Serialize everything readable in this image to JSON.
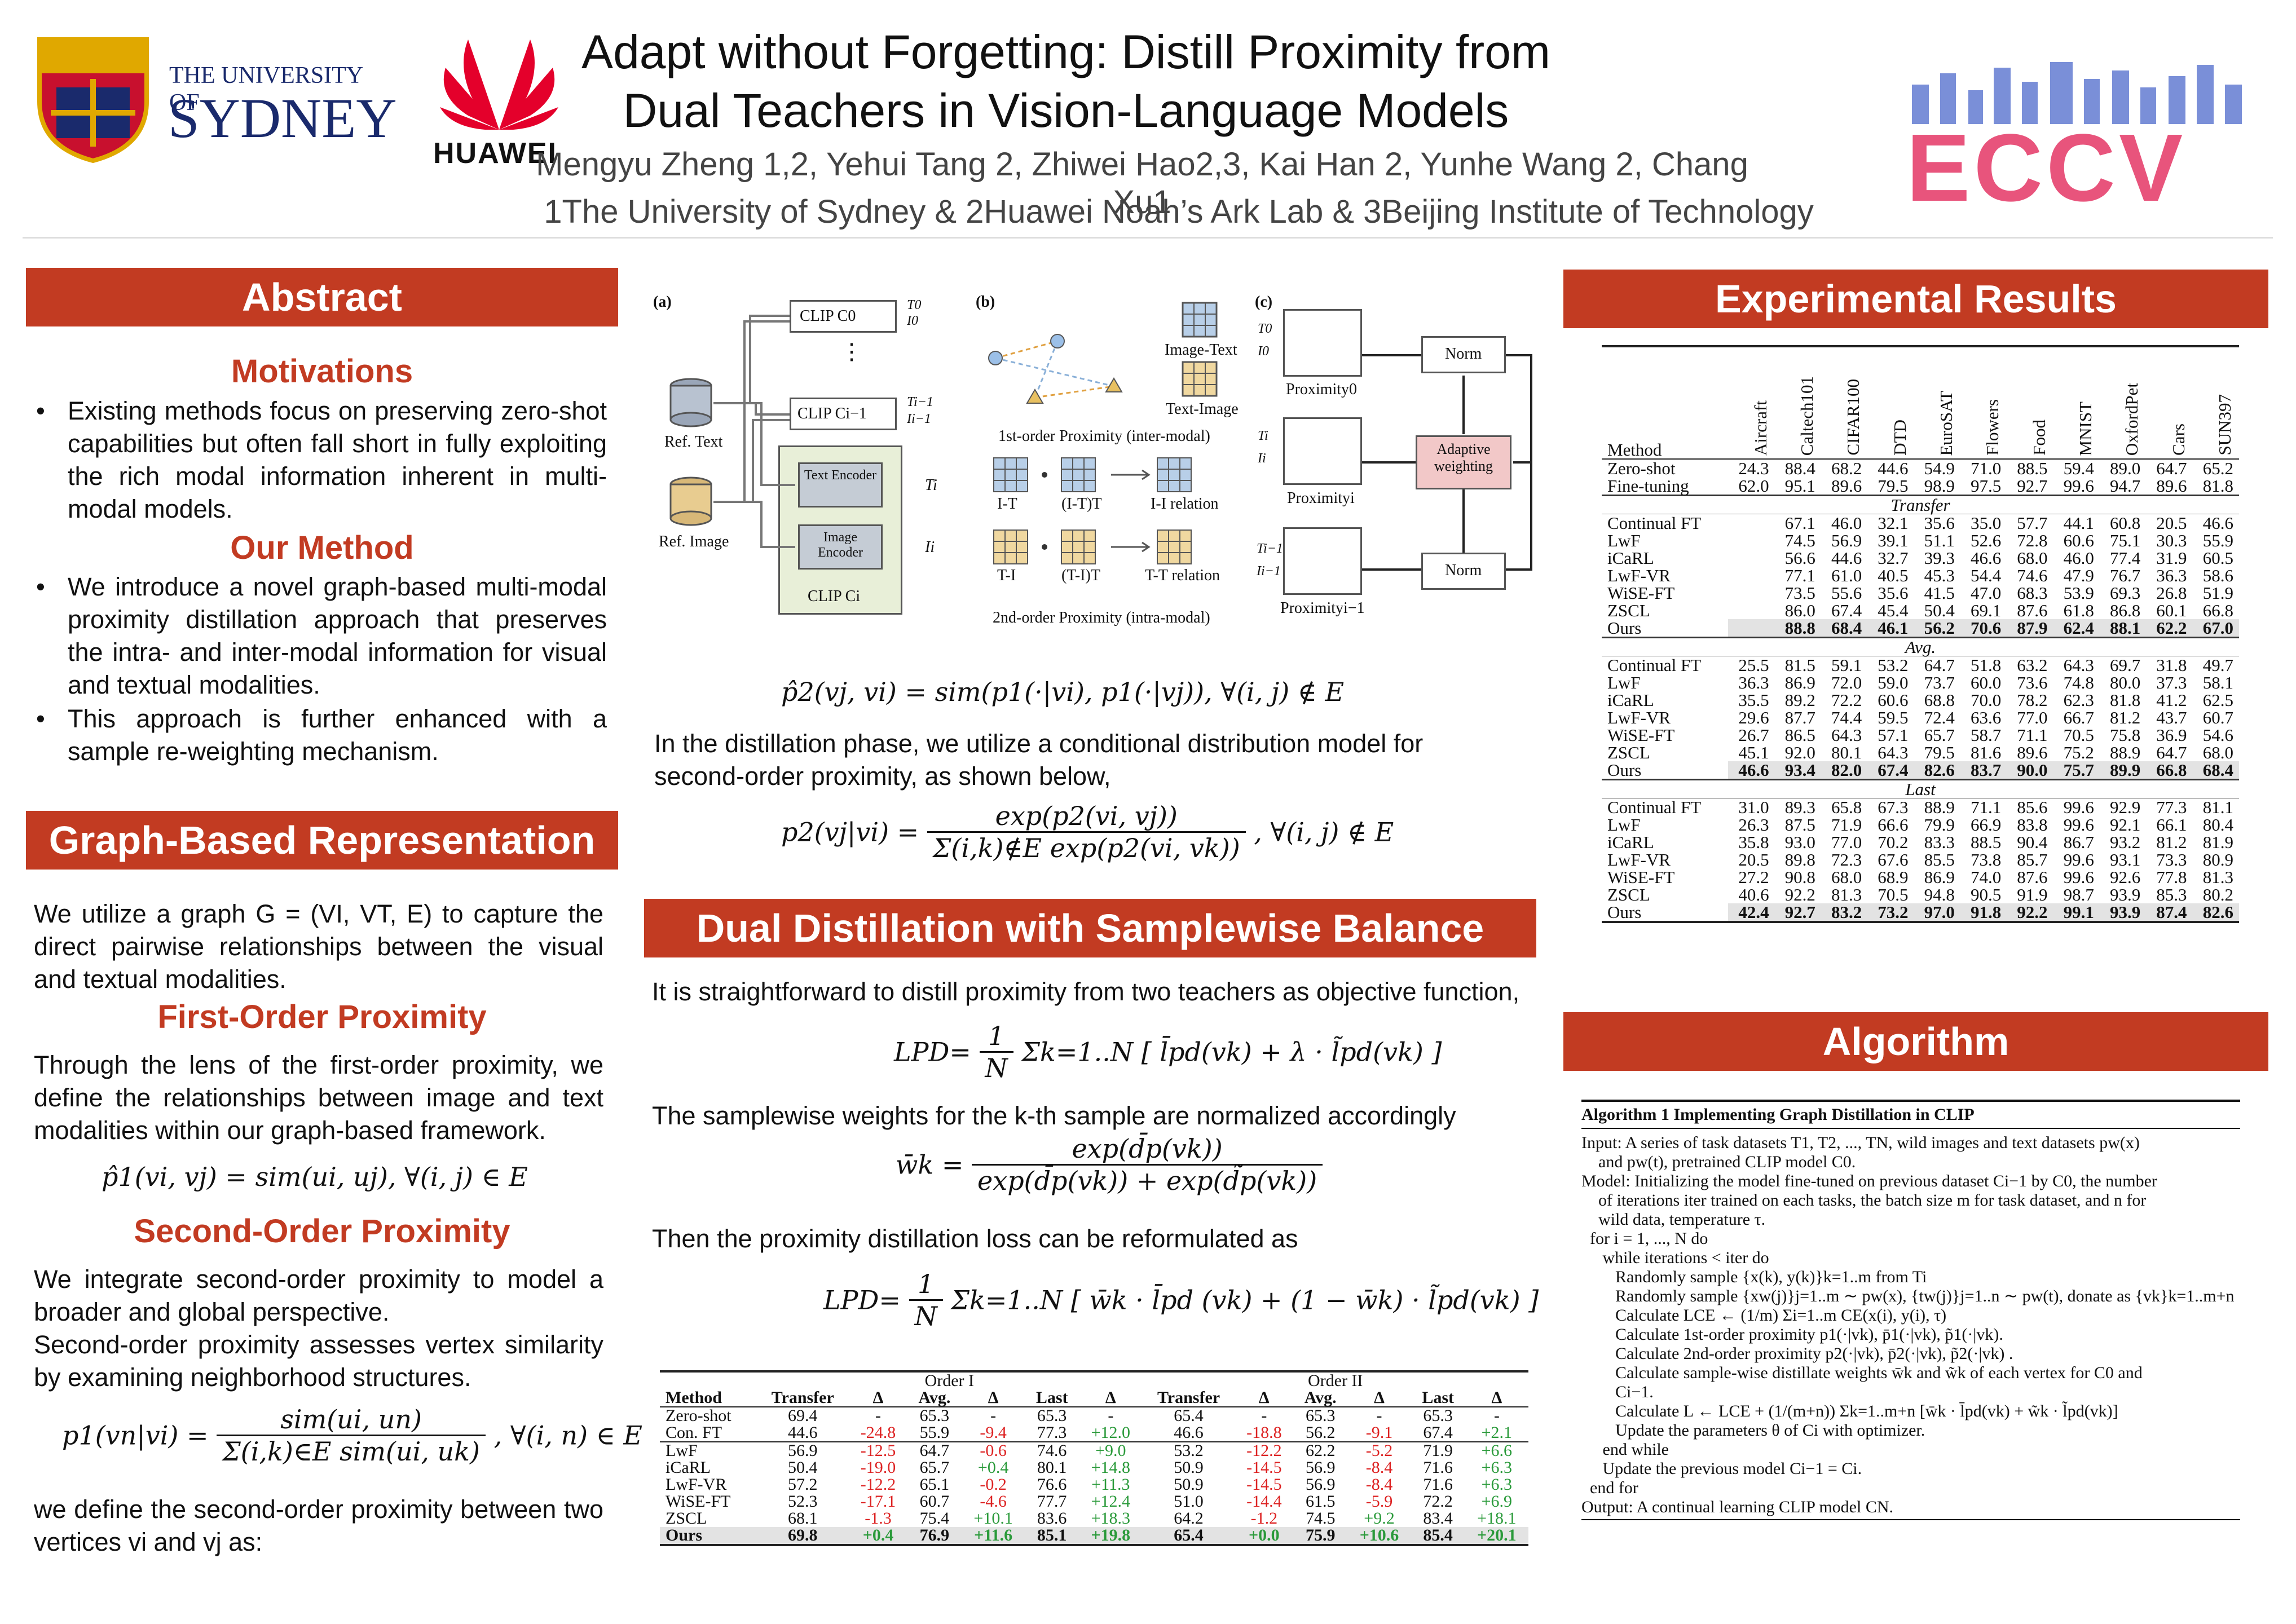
{
  "header": {
    "title_line1": "Adapt without Forgetting: Distill Proximity from",
    "title_line2": "Dual Teachers in Vision-Language Models",
    "authors": "Mengyu Zheng 1,2, Yehui Tang 2, Zhiwei Hao2,3, Kai Han 2, Yunhe Wang 2, Chang Xu1",
    "affiliations": "1The University of Sydney & 2Huawei Noah’s Ark Lab & 3Beijing Institute of Technology",
    "logo_sydney_line1": "THE UNIVERSITY OF",
    "logo_sydney_line2": "SYDNEY",
    "logo_huawei": "HUAWEI",
    "logo_eccv": "ECCV"
  },
  "abstract": {
    "heading": "Abstract",
    "motivations_heading": "Motivations",
    "motivations": [
      "Existing methods focus on preserving zero-shot capabilities but often fall short in fully exploiting the rich modal information inherent in multi-modal models."
    ],
    "method_heading": "Our Method",
    "method": [
      "We introduce a novel graph-based multi-modal proximity distillation approach that preserves the intra- and inter-modal information for visual and textual modalities.",
      "This approach is further enhanced with a sample re-weighting mechanism."
    ]
  },
  "graph": {
    "heading": "Graph-Based Representation",
    "intro": "We utilize a graph G = (VI, VT, E) to capture the direct pairwise relationships between the visual and textual modalities.",
    "first_heading": "First-Order Proximity",
    "first_text": "Through the lens of the first-order proximity, we define the relationships between image and text modalities within our graph-based framework.",
    "first_eq": "p̂1(vi, vj) = sim(ui, uj),     ∀(i, j) ∈ E",
    "second_heading": "Second-Order Proximity",
    "second_text1": "We integrate second-order proximity to model a broader and global perspective.",
    "second_text2": "Second-order proximity assesses vertex similarity by examining neighborhood structures.",
    "second_eq_lhs": "p1(vn|vi) =",
    "second_eq_num": "sim(ui, un)",
    "second_eq_den": "Σ(i,k)∈E sim(ui, uk)",
    "second_eq_rhs": ", ∀(i, n) ∈ E",
    "second_text3": "we define the second-order proximity between two vertices vi and vj as:"
  },
  "figure": {
    "panel_a": "(a)",
    "panel_b": "(b)",
    "panel_c": "(c)",
    "clip_c0": "CLIP C0",
    "clip_ci1": "CLIP Ci−1",
    "clip_ci": "CLIP Ci",
    "t0": "T0",
    "i0": "I0",
    "ti1": "Ti−1",
    "ii1": "Ii−1",
    "ti": "Ti",
    "ii": "Ii",
    "text_encoder": "Text Encoder",
    "image_encoder": "Image Encoder",
    "ref_text": "Ref. Text",
    "ref_image": "Ref. Image",
    "image_text": "Image-Text",
    "text_image": "Text-Image",
    "first_order": "1st-order Proximity (inter-modal)",
    "it": "I-T",
    "itt": "(I-T)T",
    "ii_rel": "I-I relation",
    "ti_lbl": "T-I",
    "tit": "(T-I)T",
    "tt_rel": "T-T relation",
    "second_order": "2nd-order Proximity (intra-modal)",
    "prox0": "Proximity0",
    "proxi": "Proximityi",
    "proxi1": "Proximityi−1",
    "norm": "Norm",
    "adaptive": "Adaptive weighting"
  },
  "middle": {
    "eq_p2hat": "p̂2(vj, vi) =  sim(p1(·|vi), p1(·|vj)),       ∀(i, j) ∉ E",
    "text_cond": "In the distillation phase, we utilize a conditional distribution model for second-order proximity, as shown below,",
    "eq_p2_lhs": "p2(vj|vi) =",
    "eq_p2_num": "exp(p2(vi, vj))",
    "eq_p2_den": "Σ(i,k)∉E exp(p2(vi, vk))",
    "eq_p2_rhs": ",         ∀(i, j) ∉ E",
    "dual_heading": "Dual Distillation with Samplewise Balance",
    "text_dual": "It is straightforward to distill proximity from two teachers as objective function,",
    "eq_lpd1_lhs": "LPD=",
    "eq_lpd1_body": "Σk=1..N [ l̄pd(vk) + λ · l̃pd(vk) ]",
    "text_weights": "The samplewise weights for the k-th sample are normalized accordingly",
    "eq_w_lhs": "w̄k =",
    "eq_w_num": "exp(d̄p(vk))",
    "eq_w_den": "exp(d̄p(vk)) + exp(d̃p(vk))",
    "text_reform": "Then the proximity distillation loss  can be reformulated as",
    "eq_lpd2_lhs": "LPD=",
    "eq_lpd2_body": "Σk=1..N [ w̄k · l̄pd (vk) + (1 − w̄k) · l̃pd(vk) ]",
    "frac_1": "1",
    "frac_N": "N"
  },
  "comparison_table": {
    "group1": "Order I",
    "group2": "Order II",
    "headers": [
      "Method",
      "Transfer",
      "Δ",
      "Avg.",
      "Δ",
      "Last",
      "Δ",
      "Transfer",
      "Δ",
      "Avg.",
      "Δ",
      "Last",
      "Δ"
    ],
    "rows_top": [
      [
        "Zero-shot",
        "69.4",
        "-",
        "65.3",
        "-",
        "65.3",
        "-",
        "65.4",
        "-",
        "65.3",
        "-",
        "65.3",
        "-"
      ],
      [
        "Con. FT",
        "44.6",
        "-24.8",
        "55.9",
        "-9.4",
        "77.3",
        "+12.0",
        "46.6",
        "-18.8",
        "56.2",
        "-9.1",
        "67.4",
        "+2.1"
      ]
    ],
    "rows_bottom": [
      [
        "LwF",
        "56.9",
        "-12.5",
        "64.7",
        "-0.6",
        "74.6",
        "+9.0",
        "53.2",
        "-12.2",
        "62.2",
        "-5.2",
        "71.9",
        "+6.6"
      ],
      [
        "iCaRL",
        "50.4",
        "-19.0",
        "65.7",
        "+0.4",
        "80.1",
        "+14.8",
        "50.9",
        "-14.5",
        "56.9",
        "-8.4",
        "71.6",
        "+6.3"
      ],
      [
        "LwF-VR",
        "57.2",
        "-12.2",
        "65.1",
        "-0.2",
        "76.6",
        "+11.3",
        "50.9",
        "-14.5",
        "56.9",
        "-8.4",
        "71.6",
        "+6.3"
      ],
      [
        "WiSE-FT",
        "52.3",
        "-17.1",
        "60.7",
        "-4.6",
        "77.7",
        "+12.4",
        "51.0",
        "-14.4",
        "61.5",
        "-5.9",
        "72.2",
        "+6.9"
      ],
      [
        "ZSCL",
        "68.1",
        "-1.3",
        "75.4",
        "+10.1",
        "83.6",
        "+18.3",
        "64.2",
        "-1.2",
        "74.5",
        "+9.2",
        "83.4",
        "+18.1"
      ]
    ],
    "row_ours": [
      "Ours",
      "69.8",
      "+0.4",
      "76.9",
      "+11.6",
      "85.1",
      "+19.8",
      "65.4",
      "+0.0",
      "75.9",
      "+10.6",
      "85.4",
      "+20.1"
    ],
    "colors": {
      "positive": "#2a9a3a",
      "negative": "#dd2222"
    }
  },
  "results": {
    "heading": "Experimental Results",
    "columns": [
      "Method",
      "Aircraft",
      "Caltech101",
      "CIFAR100",
      "DTD",
      "EuroSAT",
      "Flowers",
      "Food",
      "MNIST",
      "OxfordPet",
      "Cars",
      "SUN397"
    ],
    "top": [
      [
        "Zero-shot",
        "24.3",
        "88.4",
        "68.2",
        "44.6",
        "54.9",
        "71.0",
        "88.5",
        "59.4",
        "89.0",
        "64.7",
        "65.2"
      ],
      [
        "Fine-tuning",
        "62.0",
        "95.1",
        "89.6",
        "79.5",
        "98.9",
        "97.5",
        "92.7",
        "99.6",
        "94.7",
        "89.6",
        "81.8"
      ]
    ],
    "groups": [
      {
        "name": "Transfer",
        "rows": [
          [
            "Continual FT",
            "",
            "67.1",
            "46.0",
            "32.1",
            "35.6",
            "35.0",
            "57.7",
            "44.1",
            "60.8",
            "20.5",
            "46.6"
          ],
          [
            "LwF",
            "",
            "74.5",
            "56.9",
            "39.1",
            "51.1",
            "52.6",
            "72.8",
            "60.6",
            "75.1",
            "30.3",
            "55.9"
          ],
          [
            "iCaRL",
            "",
            "56.6",
            "44.6",
            "32.7",
            "39.3",
            "46.6",
            "68.0",
            "46.0",
            "77.4",
            "31.9",
            "60.5"
          ],
          [
            "LwF-VR",
            "",
            "77.1",
            "61.0",
            "40.5",
            "45.3",
            "54.4",
            "74.6",
            "47.9",
            "76.7",
            "36.3",
            "58.6"
          ],
          [
            "WiSE-FT",
            "",
            "73.5",
            "55.6",
            "35.6",
            "41.5",
            "47.0",
            "68.3",
            "53.9",
            "69.3",
            "26.8",
            "51.9"
          ],
          [
            "ZSCL",
            "",
            "86.0",
            "67.4",
            "45.4",
            "50.4",
            "69.1",
            "87.6",
            "61.8",
            "86.8",
            "60.1",
            "66.8"
          ],
          [
            "Ours",
            "",
            "88.8",
            "68.4",
            "46.1",
            "56.2",
            "70.6",
            "87.9",
            "62.4",
            "88.1",
            "62.2",
            "67.0"
          ]
        ]
      },
      {
        "name": "Avg.",
        "rows": [
          [
            "Continual FT",
            "25.5",
            "81.5",
            "59.1",
            "53.2",
            "64.7",
            "51.8",
            "63.2",
            "64.3",
            "69.7",
            "31.8",
            "49.7"
          ],
          [
            "LwF",
            "36.3",
            "86.9",
            "72.0",
            "59.0",
            "73.7",
            "60.0",
            "73.6",
            "74.8",
            "80.0",
            "37.3",
            "58.1"
          ],
          [
            "iCaRL",
            "35.5",
            "89.2",
            "72.2",
            "60.6",
            "68.8",
            "70.0",
            "78.2",
            "62.3",
            "81.8",
            "41.2",
            "62.5"
          ],
          [
            "LwF-VR",
            "29.6",
            "87.7",
            "74.4",
            "59.5",
            "72.4",
            "63.6",
            "77.0",
            "66.7",
            "81.2",
            "43.7",
            "60.7"
          ],
          [
            "WiSE-FT",
            "26.7",
            "86.5",
            "64.3",
            "57.1",
            "65.7",
            "58.7",
            "71.1",
            "70.5",
            "75.8",
            "36.9",
            "54.6"
          ],
          [
            "ZSCL",
            "45.1",
            "92.0",
            "80.1",
            "64.3",
            "79.5",
            "81.6",
            "89.6",
            "75.2",
            "88.9",
            "64.7",
            "68.0"
          ],
          [
            "Ours",
            "46.6",
            "93.4",
            "82.0",
            "67.4",
            "82.6",
            "83.7",
            "90.0",
            "75.7",
            "89.9",
            "66.8",
            "68.4"
          ]
        ]
      },
      {
        "name": "Last",
        "rows": [
          [
            "Continual FT",
            "31.0",
            "89.3",
            "65.8",
            "67.3",
            "88.9",
            "71.1",
            "85.6",
            "99.6",
            "92.9",
            "77.3",
            "81.1"
          ],
          [
            "LwF",
            "26.3",
            "87.5",
            "71.9",
            "66.6",
            "79.9",
            "66.9",
            "83.8",
            "99.6",
            "92.1",
            "66.1",
            "80.4"
          ],
          [
            "iCaRL",
            "35.8",
            "93.0",
            "77.0",
            "70.2",
            "83.3",
            "88.5",
            "90.4",
            "86.7",
            "93.2",
            "81.2",
            "81.9"
          ],
          [
            "LwF-VR",
            "20.5",
            "89.8",
            "72.3",
            "67.6",
            "85.5",
            "73.8",
            "85.7",
            "99.6",
            "93.1",
            "73.3",
            "80.9"
          ],
          [
            "WiSE-FT",
            "27.2",
            "90.8",
            "68.0",
            "68.9",
            "86.9",
            "74.0",
            "87.6",
            "99.6",
            "92.6",
            "77.8",
            "81.3"
          ],
          [
            "ZSCL",
            "40.6",
            "92.2",
            "81.3",
            "70.5",
            "94.8",
            "90.5",
            "91.9",
            "98.7",
            "93.9",
            "85.3",
            "80.2"
          ],
          [
            "Ours",
            "42.4",
            "92.7",
            "83.2",
            "73.2",
            "97.0",
            "91.8",
            "92.2",
            "99.1",
            "93.9",
            "87.4",
            "82.6"
          ]
        ]
      }
    ]
  },
  "algorithm": {
    "heading": "Algorithm",
    "caption": "Algorithm 1 Implementing Graph Distillation in CLIP",
    "lines": [
      "Input: A series of task datasets T1, T2, ..., TN, wild images and text datasets pw(x)",
      "    and pw(t), pretrained CLIP model C0.",
      "Model: Initializing the model fine-tuned on previous dataset Ci−1 by C0, the number",
      "    of iterations iter trained on each tasks, the batch size m for task dataset, and n for",
      "    wild data, temperature τ.",
      "  for i = 1, ..., N do",
      "     while iterations < iter do",
      "        Randomly sample {x(k), y(k)}k=1..m from Ti",
      "        Randomly sample {xw(j)}j=1..m ∼ pw(x), {tw(j)}j=1..n ∼ pw(t), donate as {vk}k=1..m+n",
      "        Calculate LCE ← (1/m) Σi=1..m CE(x(i), y(i), τ)",
      "        Calculate 1st-order proximity p1(·|vk), p̄1(·|vk), p̃1(·|vk).",
      "        Calculate 2nd-order proximity p2(·|vk), p̄2(·|vk), p̃2(·|vk) .",
      "        Calculate sample-wise distillate weights w̄k and w̃k of each vertex for C0 and",
      "        Ci−1.",
      "        Calculate L ← LCE + (1/(m+n)) Σk=1..m+n [w̄k · l̄pd(vk) + w̃k · l̃pd(vk)]",
      "        Update the parameters θ of Ci with optimizer.",
      "     end while",
      "     Update the previous model Ci−1 = Ci.",
      "  end for",
      "Output: A continual learning CLIP model CN."
    ]
  },
  "colors": {
    "accent": "#c23b22",
    "highlight": "#e3e3e3"
  }
}
